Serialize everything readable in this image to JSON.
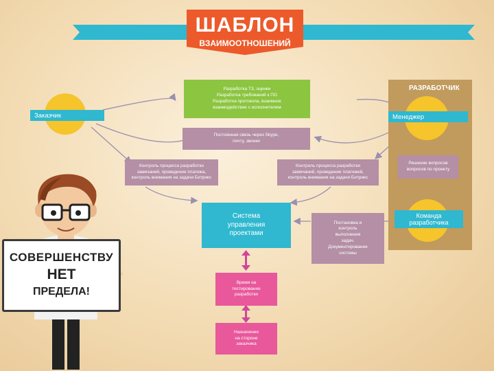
{
  "title": {
    "main": "ШАБЛОН",
    "sub": "ВЗАИМООТНОШЕНИЙ"
  },
  "dev_panel": {
    "header": "РАЗРАБОТЧИК"
  },
  "nodes": {
    "customer": "Заказчик",
    "manager": "Менеджер",
    "dev_team": [
      "Команда",
      "разработчика"
    ],
    "green_lines": [
      "Разработка ТЗ, оценки",
      "Разработка требований к ПО",
      "Разработка протокола, взаимное",
      "взаимодействие с исполнителем"
    ],
    "comm_lines": [
      "Постоянная связь через Skype,",
      "почту, звонки"
    ],
    "left_control": [
      "Контроль процесса разработки",
      "замечаний, проведение платежа,",
      "контроль внимания на задачи Битрикс"
    ],
    "right_control": [
      "Контроль процесса разработки",
      "замечаний, проведение платежей,",
      "контроль внимания на задачи Битрикс"
    ],
    "dev_questions": [
      "Решение вопросов",
      "вопросов по проекту"
    ],
    "pms": [
      "Система",
      "управления",
      "проектами"
    ],
    "tasking": [
      "Постановка и",
      "контроль",
      "выполнения",
      "задач.",
      "Документирование",
      "системы"
    ],
    "time_tracking": [
      "Время на",
      "тестирование",
      "разработки"
    ],
    "assignment": [
      "Назначение",
      "на стороне",
      "заказчика"
    ]
  },
  "sign": {
    "line1": "СОВЕРШЕНСТВУ",
    "line2": "НЕТ",
    "line3": "ПРЕДЕЛА!"
  },
  "colors": {
    "teal": "#2fb8cf",
    "green": "#8cc540",
    "mauve": "#b48fa5",
    "pink": "#e8589b",
    "orange": "#ec5a2b",
    "yellow": "#f6c42b",
    "brown": "#c19a5e"
  }
}
